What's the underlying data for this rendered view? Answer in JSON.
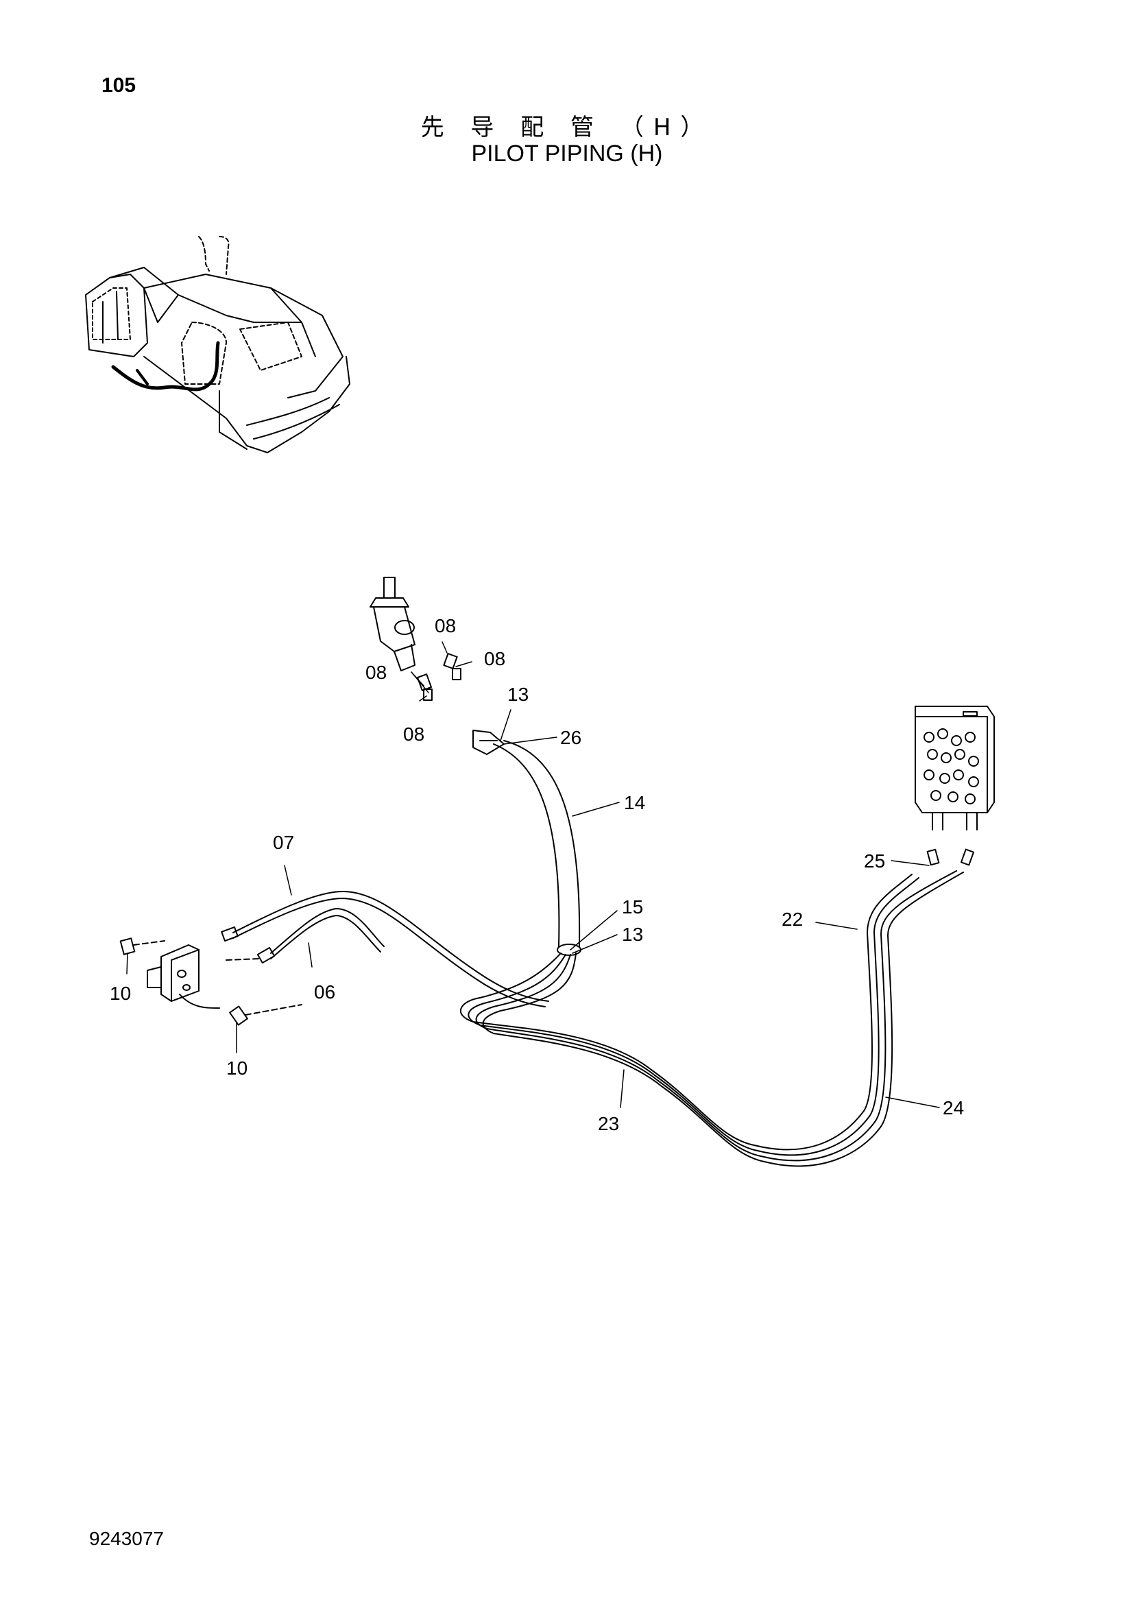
{
  "page_number": "105",
  "title_cn": "先 导 配 管 （H）",
  "title_en": "PILOT PIPING (H)",
  "document_number": "9243077",
  "callouts": {
    "c08a": "08",
    "c08b": "08",
    "c08c": "08",
    "c08d": "08",
    "c13a": "13",
    "c26": "26",
    "c14": "14",
    "c07": "07",
    "c15": "15",
    "c13b": "13",
    "c10a": "10",
    "c06": "06",
    "c10b": "10",
    "c25": "25",
    "c22": "22",
    "c23": "23",
    "c24": "24"
  }
}
